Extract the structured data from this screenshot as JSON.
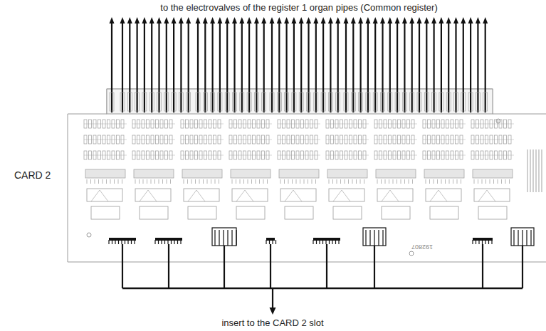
{
  "diagram": {
    "labels": [
      "to the electrovalves of the register 1 organ pipes (Common register)",
      "CARD 2",
      "insert to the CARD 2 slot",
      "192807"
    ]
  }
}
